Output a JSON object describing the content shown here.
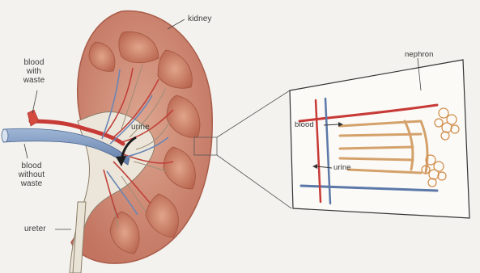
{
  "labels": {
    "kidney": "kidney",
    "blood_with_waste": [
      "blood",
      "with",
      "waste"
    ],
    "blood_without_waste": [
      "blood",
      "without",
      "waste"
    ],
    "ureter": "ureter",
    "urine_main": "urine",
    "nephron": "nephron",
    "blood_inset": "blood",
    "urine_inset": "urine"
  },
  "colors": {
    "background": "#f3f2ee",
    "cortex": "#c97a66",
    "medulla": "#d79b80",
    "pelvis": "#eee9df",
    "artery": "#c73a36",
    "vein": "#5b78a8",
    "tubule": "#d4a16a"
  }
}
